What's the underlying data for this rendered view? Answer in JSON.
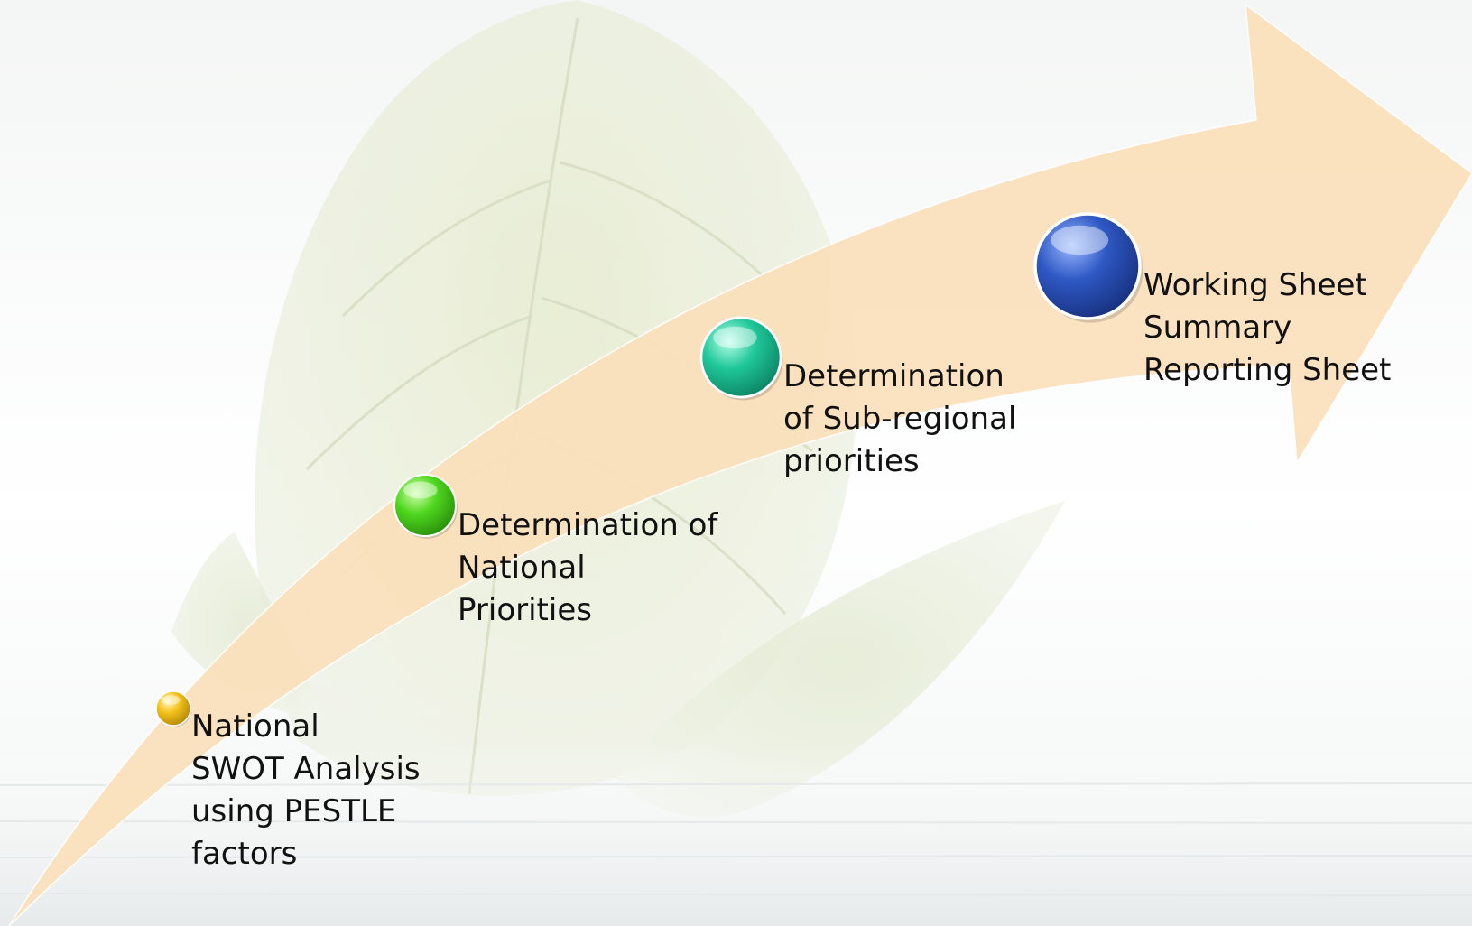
{
  "diagram": {
    "type": "process-arrow",
    "arrow_color": "#fbe1bd",
    "steps": [
      {
        "lines": [
          "National",
          "SWOT Analysis",
          "using PESTLE",
          "factors"
        ],
        "bullet_color": "#f2c11a"
      },
      {
        "lines": [
          "Determination of",
          "National",
          "Priorities"
        ],
        "bullet_color": "#4fd81e"
      },
      {
        "lines": [
          "Determination",
          "of Sub-regional",
          "priorities"
        ],
        "bullet_color": "#1fc89a"
      },
      {
        "lines": [
          "Working Sheet",
          "Summary",
          "Reporting Sheet"
        ],
        "bullet_color": "#2e58c4"
      }
    ]
  }
}
